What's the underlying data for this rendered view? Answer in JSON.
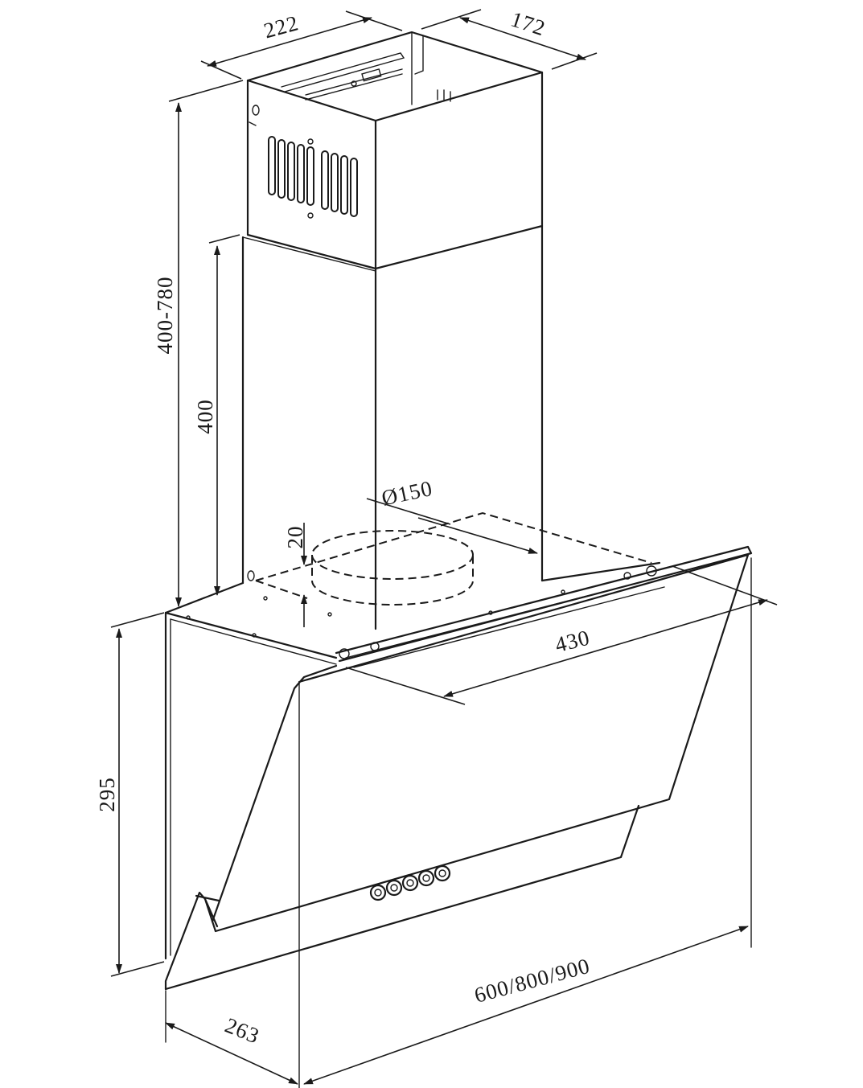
{
  "diagram": {
    "dimensions": {
      "chimney_width": "222",
      "chimney_depth": "172",
      "total_height": "400-780",
      "chimney_height": "400",
      "outlet_diameter": "Ø150",
      "outlet_offset": "20",
      "hood_depth": "430",
      "hood_height": "295",
      "hood_width": "600/800/900",
      "canopy_depth": "263"
    }
  }
}
